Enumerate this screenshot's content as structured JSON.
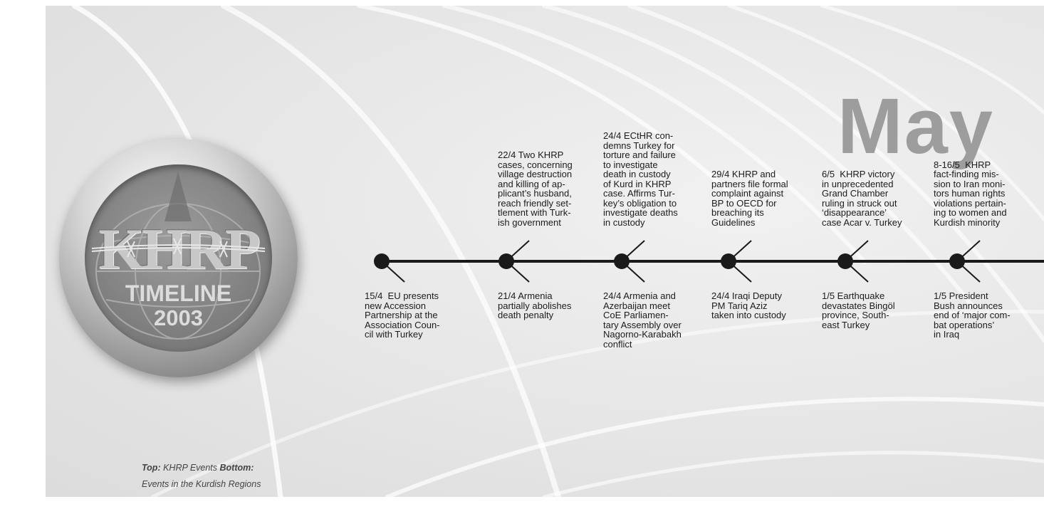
{
  "month": "May",
  "badge": {
    "logo": "KHRP",
    "title": "TIMELINE",
    "year": "2003"
  },
  "legend": {
    "top_label": "Top:",
    "top_text": " KHRP Events ",
    "bottom_label": "Bottom:",
    "bottom_text": "Events in the Kurdish Regions"
  },
  "top_events": [
    "22/4 Two KHRP\ncases, concerning\nvillage destruction\nand killing of ap-\nplicant’s husband,\nreach friendly set-\ntlement with Turk-\nish government",
    "24/4 ECtHR con-\ndemns Turkey for\ntorture and failure\nto investigate\ndeath in custody\nof Kurd in KHRP\ncase. Affirms Tur-\nkey’s obligation to\ninvestigate deaths\nin custody",
    "29/4 KHRP and\npartners file formal\ncomplaint against\nBP to OECD for\nbreaching its\nGuidelines",
    "6/5  KHRP victory\nin unprecedented\nGrand Chamber\nruling in struck out\n‘disappearance’\ncase Acar v. Turkey",
    "8-16/5  KHRP\nfact-finding mis-\nsion to Iran moni-\ntors human rights\nviolations pertain-\ning to women and\nKurdish minority"
  ],
  "bottom_events": [
    "15/4  EU presents\nnew Accession\nPartnership at the\nAssociation Coun-\ncil with Turkey",
    "21/4 Armenia\npartially abolishes\ndeath penalty",
    "24/4 Armenia and\nAzerbaijan meet\nCoE Parliamen-\ntary Assembly over\nNagorno-Karabakh\nconflict",
    "24/4 Iraqi Deputy\nPM Tariq Aziz\ntaken into custody",
    "1/5 Earthquake\ndevastates Bingöl\nprovince, South-\neast Turkey",
    "1/5 President\nBush announces\nend of ‘major com-\nbat operations’\nin Iraq"
  ],
  "colors": {
    "timeline": "#1a1a1a",
    "month": "#9d9d9d",
    "background": "#e6e6e6"
  }
}
